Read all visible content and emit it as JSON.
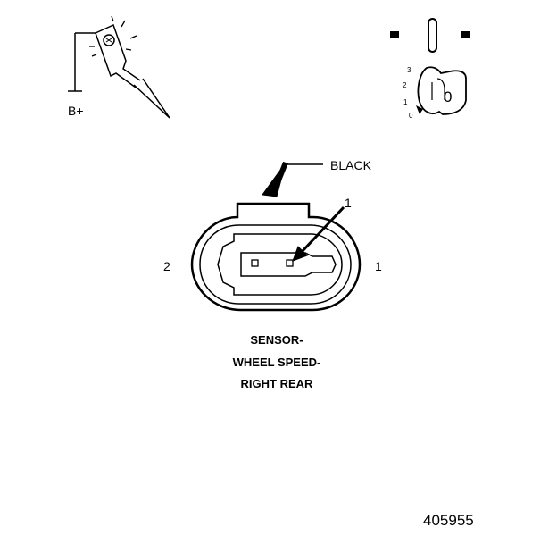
{
  "probe": {
    "label": "B+"
  },
  "ignition": {
    "positions": [
      "3",
      "2",
      "1",
      "0"
    ],
    "key_label": "0"
  },
  "connector": {
    "color_label": "BLACK",
    "callout_number": "1",
    "left_pin_label": "2",
    "right_pin_label": "1",
    "title_lines": [
      "SENSOR-",
      "WHEEL SPEED-",
      "RIGHT REAR"
    ]
  },
  "figure_number": "405955",
  "colors": {
    "ink": "#000000",
    "background": "#ffffff"
  }
}
